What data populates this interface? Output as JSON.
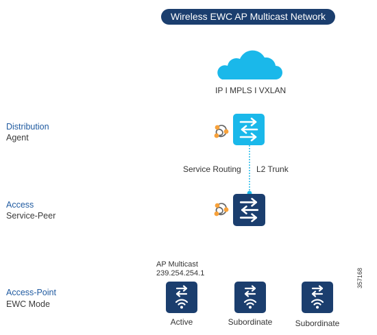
{
  "title": "Wireless EWC AP Multicast Network",
  "cloud": {
    "label": "IP I MPLS I VXLAN",
    "icon": "cloud-icon"
  },
  "layers": {
    "distribution": {
      "name": "Distribution",
      "role": "Agent"
    },
    "access": {
      "name": "Access",
      "role": "Service-Peer"
    },
    "access_point": {
      "name": "Access-Point",
      "role": "EWC Mode"
    }
  },
  "link": {
    "left_label": "Service Routing",
    "right_label": "L2 Trunk"
  },
  "multicast": {
    "line1": "AP Multicast",
    "line2": "239.254.254.1"
  },
  "access_points": [
    {
      "label": "Active"
    },
    {
      "label": "Subordinate"
    },
    {
      "label": "Subordinate"
    }
  ],
  "figure_id": "357168",
  "colors": {
    "dark_blue": "#1b3e6e",
    "light_blue": "#1ab8ea",
    "orange": "#f7a13a"
  }
}
